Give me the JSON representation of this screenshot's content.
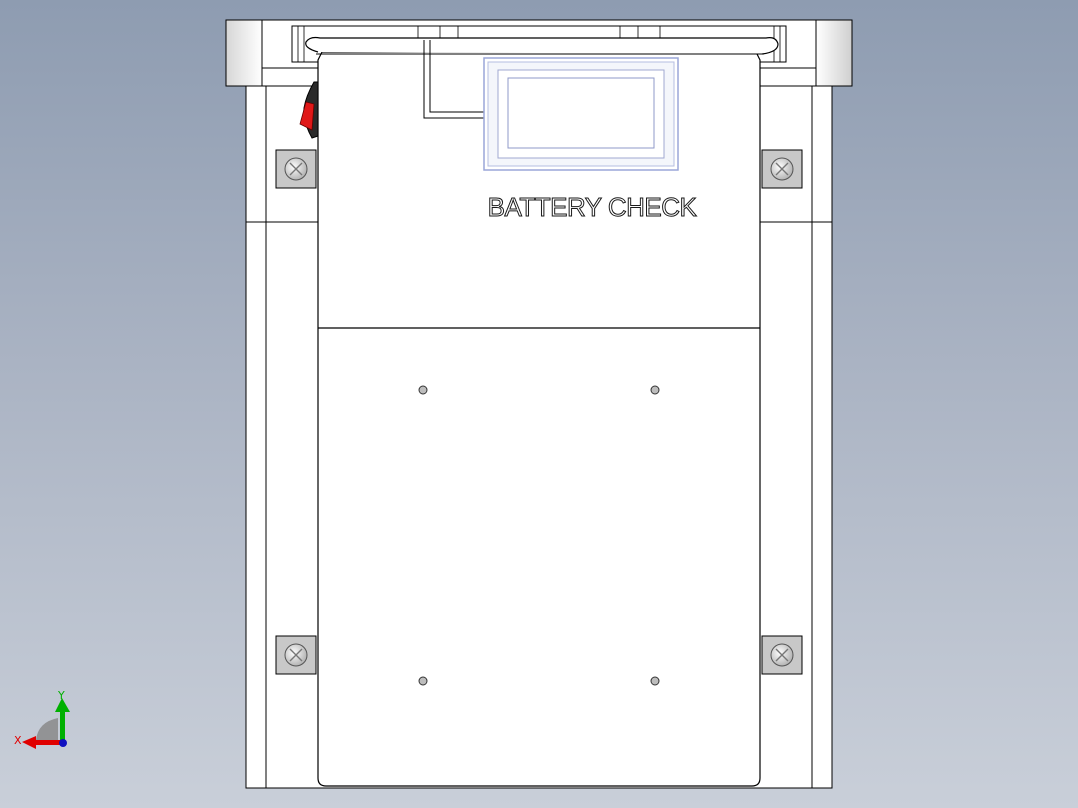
{
  "viewport": {
    "panel_label": "BATTERY CHECK"
  },
  "triad": {
    "x_label": "X",
    "y_label": "Y",
    "x_color": "#e00000",
    "y_color": "#00b000",
    "z_color": "#1010c0"
  },
  "colors": {
    "background_top": "#8e9cb1",
    "background_bottom": "#c9cfd9",
    "part_fill": "#ffffff",
    "edge": "#000000",
    "switch_red": "#e01818",
    "bracket_gray": "#c8c8c8"
  }
}
